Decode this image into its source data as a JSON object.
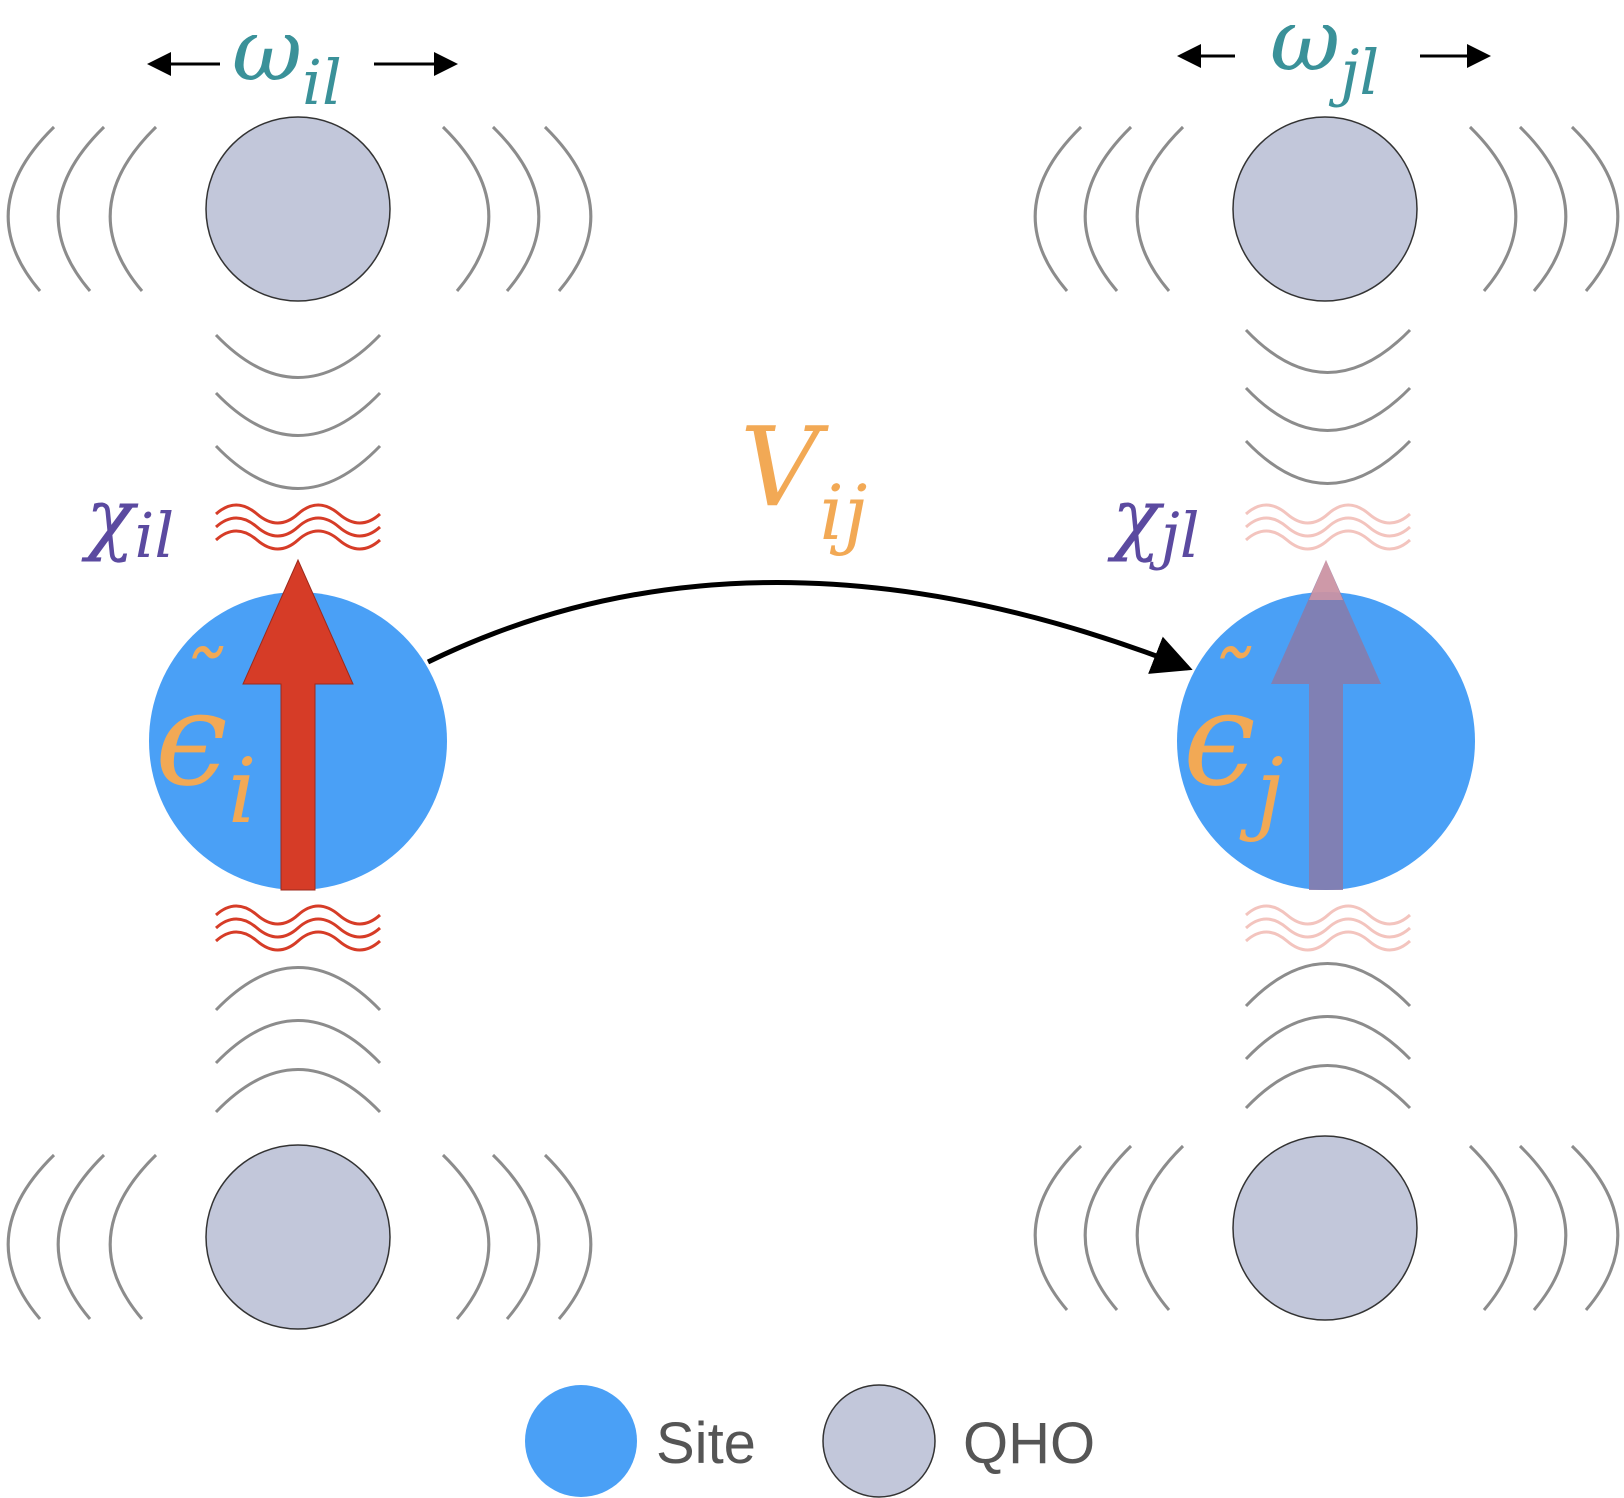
{
  "labels": {
    "omega_i": {
      "main": "ω",
      "sub": "il"
    },
    "omega_j": {
      "main": "ω",
      "sub": "jl"
    },
    "chi_i": {
      "main": "χ",
      "sub": "il"
    },
    "chi_j": {
      "main": "χ",
      "sub": "jl"
    },
    "coupling": {
      "main": "V",
      "sub": "ij"
    },
    "eps_i": {
      "main": "ϵ",
      "tilde": "˜",
      "sub": "i"
    },
    "eps_j": {
      "main": "ϵ",
      "tilde": "˜",
      "sub": "j"
    }
  },
  "legend": {
    "site_label": "Site",
    "qho_label": "QHO"
  },
  "colors": {
    "site": "#4aa0f6",
    "qho": "#c2c7da",
    "qho_stroke": "#333333",
    "wave": "#8c8c8c",
    "coupling_wave": "#d63c27",
    "spin_up": "#d63c27",
    "spin_faded": "#8a7aa8",
    "omega": "#3a9199",
    "chi": "#5b4aa0",
    "energy": "#f2a955",
    "hop_arrow": "#000000"
  }
}
